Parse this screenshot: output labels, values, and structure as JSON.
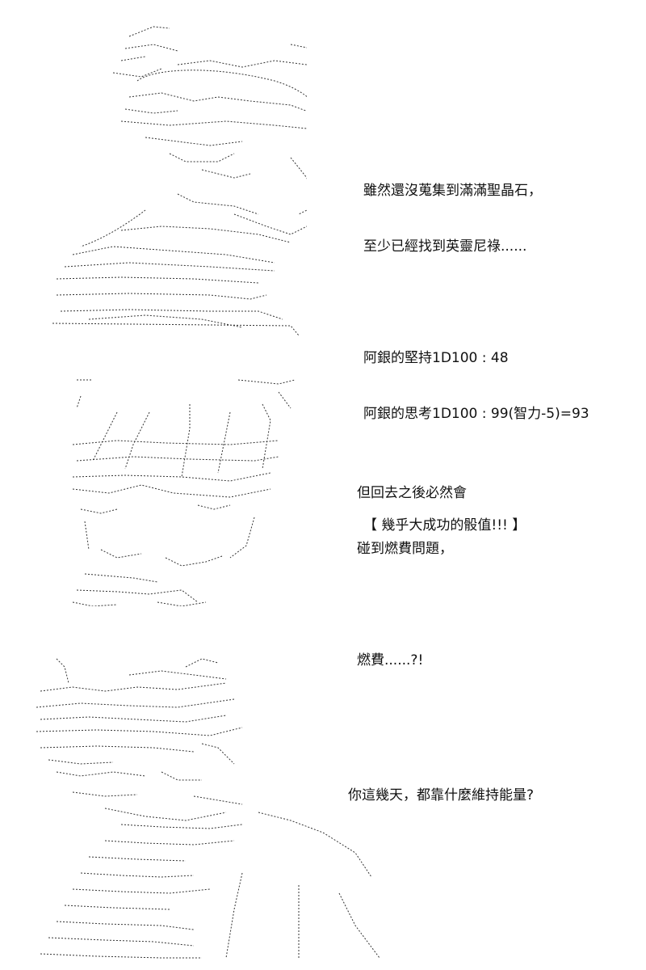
{
  "colors": {
    "background": "#ffffff",
    "text": "#111111",
    "art_line": "#333333"
  },
  "panels": [
    {
      "lines": [
        "雖然還沒蒐集到滿滿聖晶石，",
        "至少已經找到英靈尼祿......",
        "",
        "阿銀的堅持1D100 : 48",
        "阿銀的思考1D100 : 99(智力-5)=93",
        "",
        "【 幾乎大成功的骰值!!! 】"
      ]
    },
    {
      "lines": [
        "但回去之後必然會",
        "碰到燃費問題，",
        "",
        "燃費......?!"
      ]
    },
    {
      "lines": [
        "你這幾天，都靠什麼維持能量?"
      ]
    }
  ]
}
